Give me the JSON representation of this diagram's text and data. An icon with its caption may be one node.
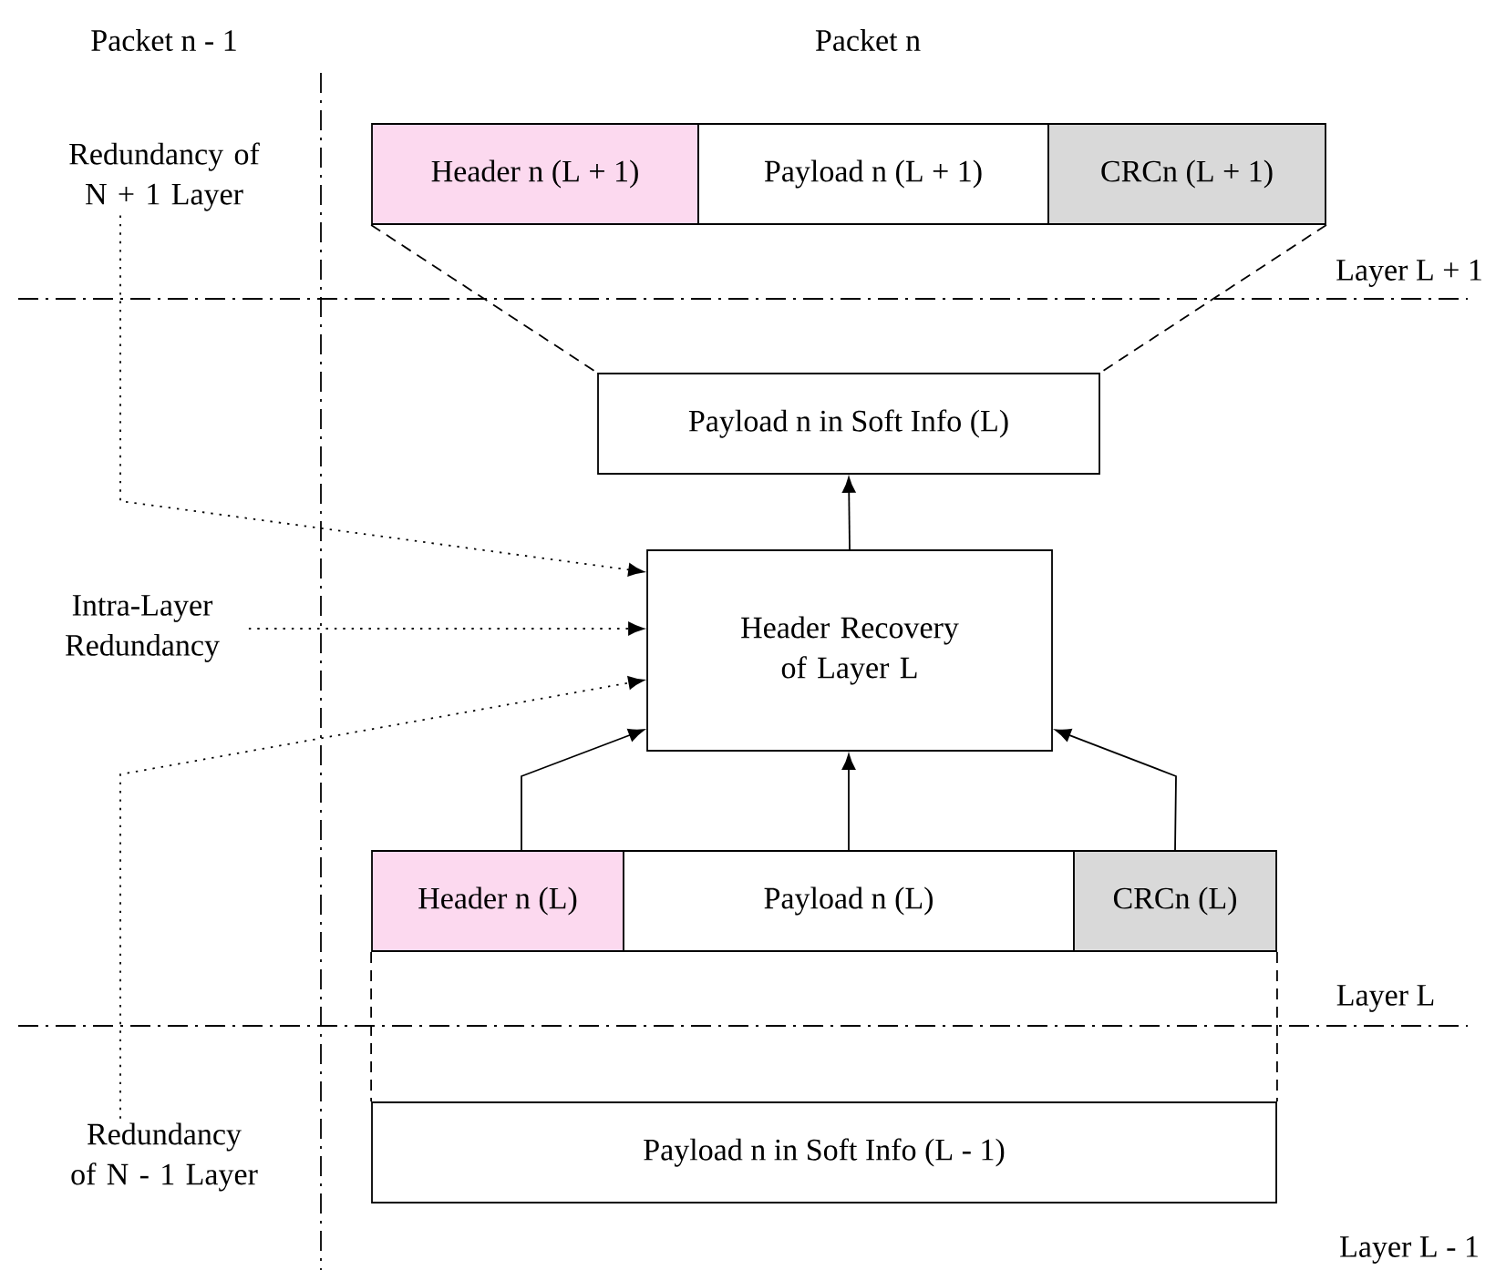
{
  "diagram": {
    "nodes": [
      {
        "text": [
          "Redundancy of N + 1 Layer"
        ]
      },
      {
        "text": [
          "Header n (L + 1)"
        ]
      },
      {
        "text": [
          "Payload n (L + 1)"
        ]
      },
      {
        "text": [
          "CRCn (L + 1)"
        ]
      },
      {
        "text": [
          "Payload n in Soft Info (L)"
        ]
      },
      {
        "text": [
          "Intra-Layer Redundancy"
        ]
      },
      {
        "text": [
          "Header Recovery of Layer L"
        ]
      },
      {
        "text": [
          "Header n (L)"
        ]
      },
      {
        "text": [
          "Payload n (L)"
        ]
      },
      {
        "text": [
          "CRCn (L)"
        ]
      },
      {
        "text": [
          "Redundancy of N - 1 Layer"
        ]
      },
      {
        "text": [
          "Payload n in Soft Info (L - 1)"
        ]
      }
    ],
    "edges": [
      {
        "from": 1,
        "to": 4,
        "arrow": "none",
        "style": "dashed"
      },
      {
        "from": 3,
        "to": 4,
        "arrow": "none",
        "style": "dashed"
      },
      {
        "from": 6,
        "to": 4,
        "arrow": "to"
      },
      {
        "from": 0,
        "to": 6,
        "arrow": "to",
        "style": "dashed"
      },
      {
        "from": 5,
        "to": 6,
        "arrow": "to",
        "style": "dashed"
      },
      {
        "from": 10,
        "to": 6,
        "arrow": "to",
        "style": "dashed"
      },
      {
        "from": 7,
        "to": 6,
        "arrow": "to"
      },
      {
        "from": 8,
        "to": 6,
        "arrow": "to"
      },
      {
        "from": 9,
        "to": 6,
        "arrow": "to"
      },
      {
        "from": 7,
        "to": 11,
        "arrow": "none",
        "style": "dashed"
      },
      {
        "from": 9,
        "to": 11,
        "arrow": "none",
        "style": "dashed"
      }
    ],
    "labels": [
      "Packet n - 1",
      "Packet n",
      "Layer L + 1",
      "Layer L",
      "Layer L - 1"
    ]
  }
}
